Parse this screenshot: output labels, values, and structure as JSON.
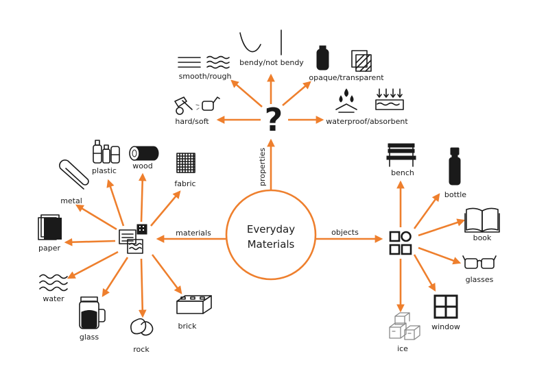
{
  "center": {
    "line1": "Everyday",
    "line2": "Materials"
  },
  "branches": {
    "properties": "properties",
    "materials": "materials",
    "objects": "objects"
  },
  "properties": {
    "bendy": "bendy/not bendy",
    "smooth": "smooth/rough",
    "hard": "hard/soft",
    "opaque": "opaque/transparent",
    "waterproof": "waterproof/absorbent"
  },
  "materials": {
    "plastic": "plastic",
    "wood": "wood",
    "fabric": "fabric",
    "metal": "metal",
    "paper": "paper",
    "water": "water",
    "glass": "glass",
    "rock": "rock",
    "brick": "brick"
  },
  "objects": {
    "bench": "bench",
    "bottle": "bottle",
    "book": "book",
    "glasses": "glasses",
    "window": "window",
    "ice": "ice"
  },
  "colors": {
    "accent": "#ee7f2d",
    "ink": "#1a1a1a"
  }
}
